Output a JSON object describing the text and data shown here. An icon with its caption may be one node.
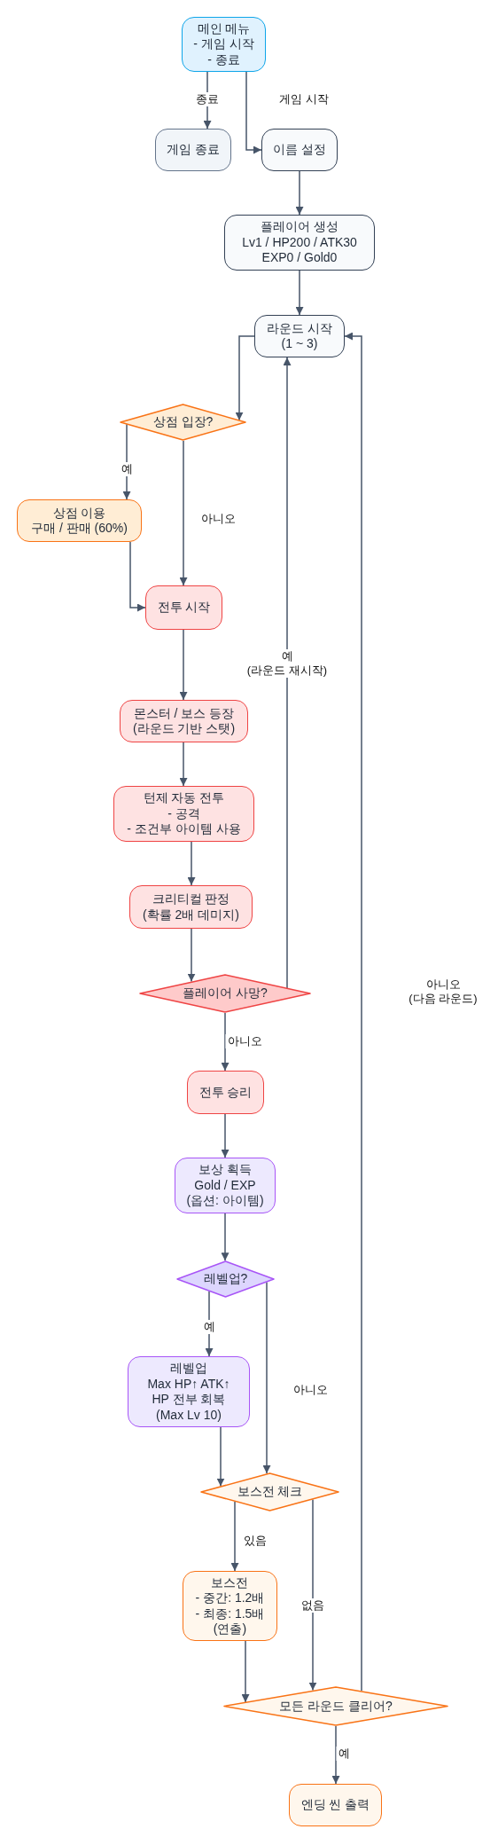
{
  "diagram": {
    "nodes": [
      {
        "text": [
          "메인 메뉴 - 게임 시작 - 종료"
        ]
      },
      {
        "text": [
          "게임 종료"
        ]
      },
      {
        "text": [
          "이름 설정"
        ]
      },
      {
        "text": [
          "플레이어 생성 Lv1 / HP200 / ATK30 EXP0 / Gold0"
        ]
      },
      {
        "text": [
          "라운드 시작 (1 ~ 3)"
        ]
      },
      {
        "text": [
          "상점 입장?"
        ]
      },
      {
        "text": [
          "상점 이용 구매 / 판매 (60%)"
        ]
      },
      {
        "text": [
          "전투 시작"
        ]
      },
      {
        "text": [
          "몬스터 / 보스 등장 (라운드 기반 스탯)"
        ]
      },
      {
        "text": [
          "턴제 자동 전투 - 공격 - 조건부 아이템 사용"
        ]
      },
      {
        "text": [
          "크리티컬 판정 (확률 2배 데미지)"
        ]
      },
      {
        "text": [
          "플레이어 사망?"
        ]
      },
      {
        "text": [
          "전투 승리"
        ]
      },
      {
        "text": [
          "보상 획득 Gold / EXP (옵션: 아이템)"
        ]
      },
      {
        "text": [
          "레벨업?"
        ]
      },
      {
        "text": [
          "레벨업 Max HP↑ ATK↑ HP 전부 회복 (Max Lv 10)"
        ]
      },
      {
        "text": [
          "보스전 체크"
        ]
      },
      {
        "text": [
          "보스전 - 중간: 1.2배 - 최종: 1.5배 (연출)"
        ]
      },
      {
        "text": [
          "모든 라운드 클리어?"
        ]
      },
      {
        "text": [
          "엔딩 씬 출력"
        ]
      }
    ],
    "edges": [
      {
        "from": 0,
        "to": 1,
        "arrow": "to",
        "label": "종료"
      },
      {
        "from": 0,
        "to": 2,
        "arrow": "to",
        "label": "게임 시작"
      },
      {
        "from": 2,
        "to": 3,
        "arrow": "to"
      },
      {
        "from": 3,
        "to": 4,
        "arrow": "to"
      },
      {
        "from": 4,
        "to": 5,
        "arrow": "to"
      },
      {
        "from": 5,
        "to": 6,
        "arrow": "to",
        "label": "예"
      },
      {
        "from": 5,
        "to": 7,
        "arrow": "to",
        "label": "아니오"
      },
      {
        "from": 6,
        "to": 7,
        "arrow": "to"
      },
      {
        "from": 7,
        "to": 8,
        "arrow": "to"
      },
      {
        "from": 8,
        "to": 9,
        "arrow": "to"
      },
      {
        "from": 9,
        "to": 10,
        "arrow": "to"
      },
      {
        "from": 10,
        "to": 11,
        "arrow": "to"
      },
      {
        "from": 11,
        "to": 4,
        "arrow": "to",
        "label": "예 (라운드 재시작)"
      },
      {
        "from": 11,
        "to": 12,
        "arrow": "to",
        "label": "아니오"
      },
      {
        "from": 12,
        "to": 13,
        "arrow": "to"
      },
      {
        "from": 13,
        "to": 14,
        "arrow": "to"
      },
      {
        "from": 14,
        "to": 15,
        "arrow": "to",
        "label": "예"
      },
      {
        "from": 14,
        "to": 16,
        "arrow": "to",
        "label": "아니오"
      },
      {
        "from": 15,
        "to": 16,
        "arrow": "to"
      },
      {
        "from": 16,
        "to": 17,
        "arrow": "to",
        "label": "있음"
      },
      {
        "from": 16,
        "to": 18,
        "arrow": "to",
        "label": "없음"
      },
      {
        "from": 17,
        "to": 18,
        "arrow": "to"
      },
      {
        "from": 18,
        "to": 4,
        "arrow": "to",
        "label": "아니오 (다음 라운드)"
      },
      {
        "from": 18,
        "to": 19,
        "arrow": "to",
        "label": "예"
      }
    ]
  }
}
